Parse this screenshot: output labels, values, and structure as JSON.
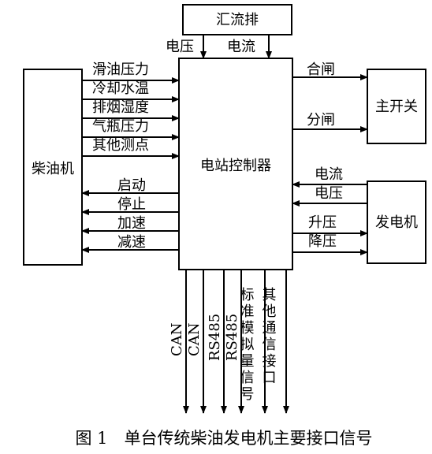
{
  "blocks": {
    "busbar": "汇流排",
    "diesel": "柴油机",
    "controller": "电站控制器",
    "main_switch": "主开关",
    "generator": "发电机"
  },
  "busbar_signals": [
    "电压",
    "电流"
  ],
  "diesel_inputs": [
    "滑油压力",
    "冷却水温",
    "排烟湿度",
    "气瓶压力",
    "其他测点"
  ],
  "diesel_outputs": [
    "启动",
    "停止",
    "加速",
    "减速"
  ],
  "switch_signals": [
    "合闸",
    "分闸"
  ],
  "generator_inputs": [
    "电流",
    "电压"
  ],
  "generator_outputs": [
    "升压",
    "降压"
  ],
  "bottom_ports": {
    "can1": "CAN",
    "can2": "CAN",
    "rs485_1": "RS485",
    "rs485_2": "RS485",
    "analog": "标准模拟量信号",
    "other": "其他通信接口"
  },
  "caption": "图 1　单台传统柴油发电机主要接口信号"
}
